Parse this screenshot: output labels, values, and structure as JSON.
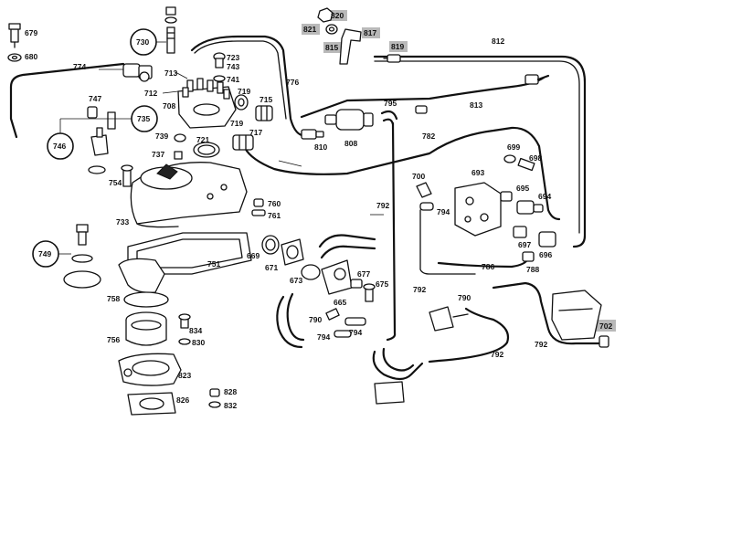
{
  "diagram": {
    "part_numbers": {
      "p679": "679",
      "p680": "680",
      "p774": "774",
      "p730": "730",
      "p713": "713",
      "p712": "712",
      "p723": "723",
      "p743": "743",
      "p741": "741",
      "p719a": "719",
      "p715": "715",
      "p708": "708",
      "p719b": "719",
      "p717": "717",
      "p776": "776",
      "p747": "747",
      "p735": "735",
      "p746": "746",
      "p739": "739",
      "p721": "721",
      "p737": "737",
      "p754": "754",
      "p733": "733",
      "p760": "760",
      "p761": "761",
      "p749": "749",
      "p751": "751",
      "p669": "669",
      "p671": "671",
      "p673": "673",
      "p677": "677",
      "p675": "675",
      "p665": "665",
      "p758": "758",
      "p756": "756",
      "p834": "834",
      "p830": "830",
      "p823": "823",
      "p826": "826",
      "p828": "828",
      "p832": "832",
      "p820": "820",
      "p821": "821",
      "p817": "817",
      "p815": "815",
      "p819": "819",
      "p812": "812",
      "p813": "813",
      "p795": "795",
      "p810": "810",
      "p808": "808",
      "p782": "782",
      "p699": "699",
      "p698": "698",
      "p693": "693",
      "p700": "700",
      "p695": "695",
      "p694": "694",
      "p697": "697",
      "p696": "696",
      "p792a": "792",
      "p794a": "794",
      "p786": "786",
      "p788": "788",
      "p792b": "792",
      "p790a": "790",
      "p790b": "790",
      "p794b": "794",
      "p794c": "794",
      "p792c": "792",
      "p792d": "792",
      "p702": "702"
    }
  }
}
